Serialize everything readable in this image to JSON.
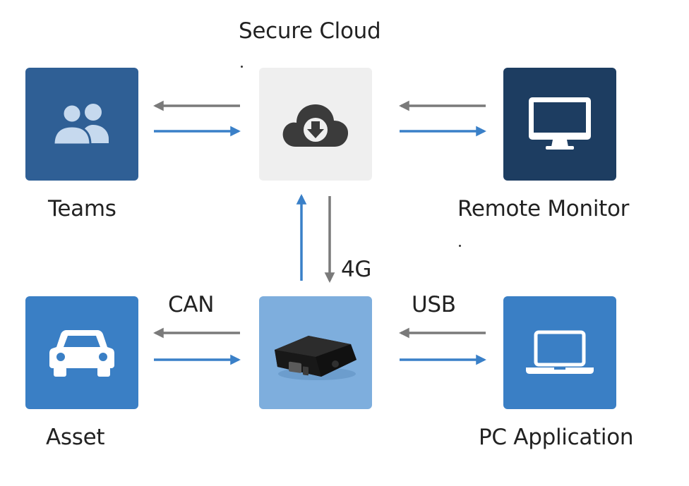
{
  "nodes": {
    "cloud": {
      "label": "Secure Cloud",
      "icon": "cloud-download-icon",
      "color": "#efefef",
      "icon_color": "#3b3b3b"
    },
    "teams": {
      "label": "Teams",
      "icon": "users-icon",
      "color": "#2f5f95",
      "icon_color": "#c6d9ee"
    },
    "remote": {
      "label": "Remote Monitor",
      "icon": "monitor-icon",
      "color": "#1d3d61",
      "icon_color": "#ffffff"
    },
    "asset": {
      "label": "Asset",
      "icon": "car-icon",
      "color": "#3a7fc5",
      "icon_color": "#ffffff"
    },
    "device": {
      "label": "",
      "icon": "telematics-device-icon",
      "color": "#7eaedd",
      "icon_color": "#141414"
    },
    "pc": {
      "label": "PC Application",
      "icon": "laptop-icon",
      "color": "#3a7fc5",
      "icon_color": "#ffffff"
    }
  },
  "links": {
    "cellular": "4G",
    "can": "CAN",
    "usb": "USB"
  },
  "colors": {
    "arrow_gray": "#7a7a7a",
    "arrow_blue": "#3a80c8"
  }
}
